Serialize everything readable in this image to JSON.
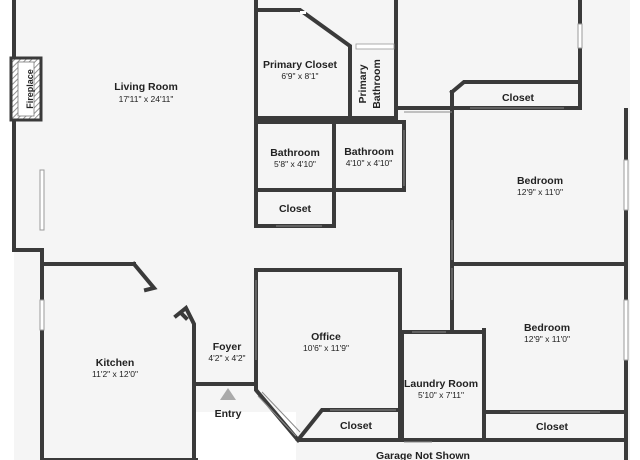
{
  "rooms": {
    "living_room": {
      "name": "Living Room",
      "dims": "17'11\" x 24'11\""
    },
    "primary_closet": {
      "name": "Primary Closet",
      "dims": "6'9\" x 8'1\""
    },
    "primary_bathroom": {
      "name_line1": "Primary",
      "name_line2": "Bathroom"
    },
    "closet_top_right": {
      "name": "Closet"
    },
    "bathroom_1": {
      "name": "Bathroom",
      "dims": "5'8\" x 4'10\""
    },
    "bathroom_2": {
      "name": "Bathroom",
      "dims": "4'10\" x 4'10\""
    },
    "closet_hall": {
      "name": "Closet"
    },
    "bedroom_1": {
      "name": "Bedroom",
      "dims": "12'9\" x 11'0\""
    },
    "bedroom_2": {
      "name": "Bedroom",
      "dims": "12'9\" x 11'0\""
    },
    "kitchen": {
      "name": "Kitchen",
      "dims": "11'2\" x 12'0\""
    },
    "foyer": {
      "name": "Foyer",
      "dims": "4'2\" x 4'2\""
    },
    "office": {
      "name": "Office",
      "dims": "10'6\" x 11'9\""
    },
    "laundry_room": {
      "name": "Laundry Room",
      "dims": "5'10\" x 7'11\""
    },
    "closet_office": {
      "name": "Closet"
    },
    "closet_bedroom": {
      "name": "Closet"
    }
  },
  "fireplace": {
    "label": "Fireplace"
  },
  "entry": {
    "label": "Entry"
  },
  "garage_note": {
    "label": "Garage Not Shown"
  },
  "colors": {
    "floor": "#f5f5f5",
    "wall": "#3a3a3a",
    "fireplace_hatch": "#7a7a7a",
    "entry_arrow": "#aaaaaa"
  }
}
